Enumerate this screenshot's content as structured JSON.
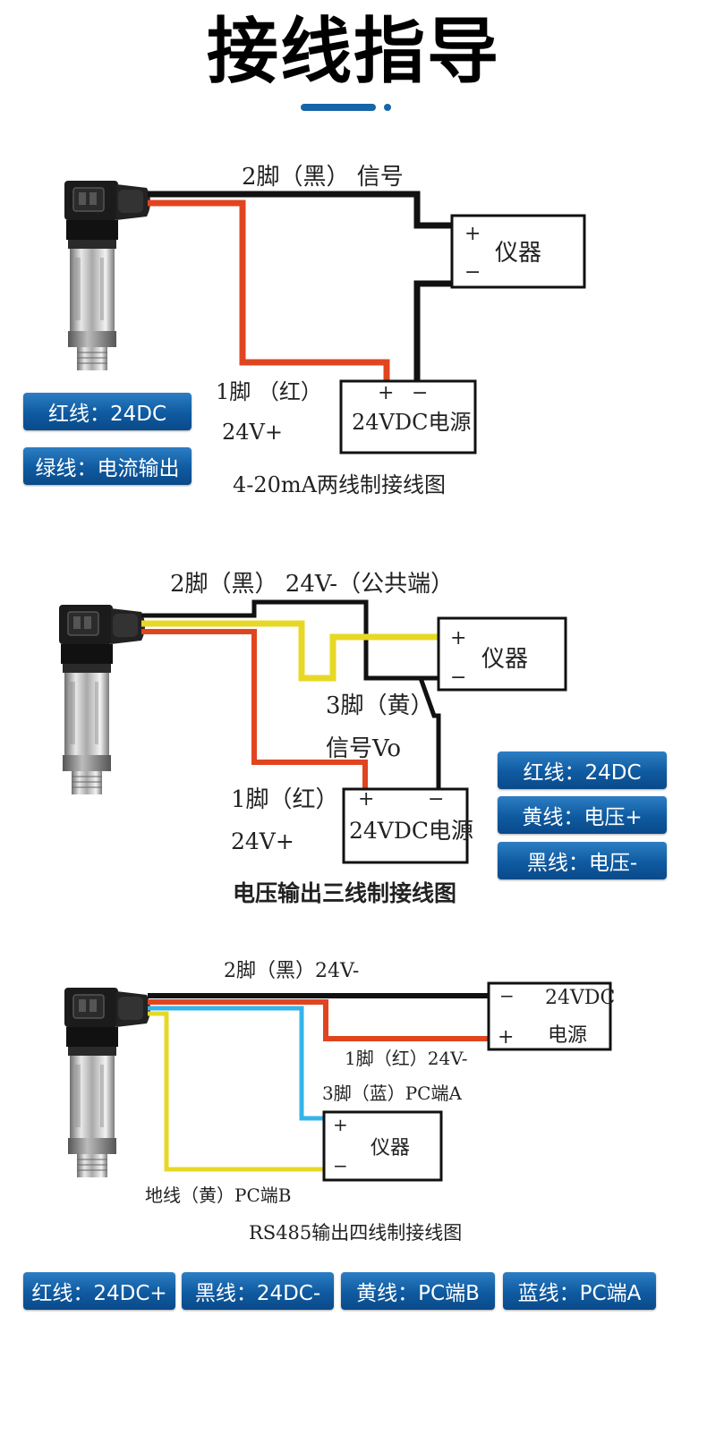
{
  "page_title": "接线指导",
  "diagram1": {
    "pin2_label": "2脚（黑） 信号",
    "pin1_label": "1脚 （红）",
    "v_label": "24V+",
    "instrument": "仪器",
    "plus": "+",
    "minus": "−",
    "power": "24VDC电源",
    "caption": "4-20mA两线制接线图",
    "badges": [
      "红线：24DC",
      "绿线：电流输出"
    ]
  },
  "diagram2": {
    "pin2_label": "2脚（黑） 24V-（公共端）",
    "pin3_label": "3脚（黄）",
    "signal_label": "信号Vo",
    "pin1_label": "1脚（红）",
    "v_label": "24V+",
    "instrument": "仪器",
    "plus": "+",
    "minus": "−",
    "power": "24VDC电源",
    "caption": "电压输出三线制接线图",
    "badges": [
      "红线：24DC",
      "黄线：电压+",
      "黑线：电压-"
    ]
  },
  "diagram3": {
    "pin2_label": "2脚（黑）24V-",
    "pin1_label": "1脚（红）24V-",
    "pin3_label": "3脚（蓝）PC端A",
    "ground_label": "地线（黄）PC端B",
    "power_top": "24VDC",
    "power_bottom": "电源",
    "instrument": "仪器",
    "plus": "+",
    "minus": "−",
    "caption": "RS485输出四线制接线图",
    "badges": [
      "红线：24DC+",
      "黑线：24DC-",
      "黄线：PC端B",
      "蓝线：PC端A"
    ]
  },
  "colors": {
    "red_wire": "#e04520",
    "black_wire": "#111111",
    "yellow_wire": "#e8d826",
    "blue_wire": "#35b4ea",
    "badge_blue": "#1566a8"
  }
}
